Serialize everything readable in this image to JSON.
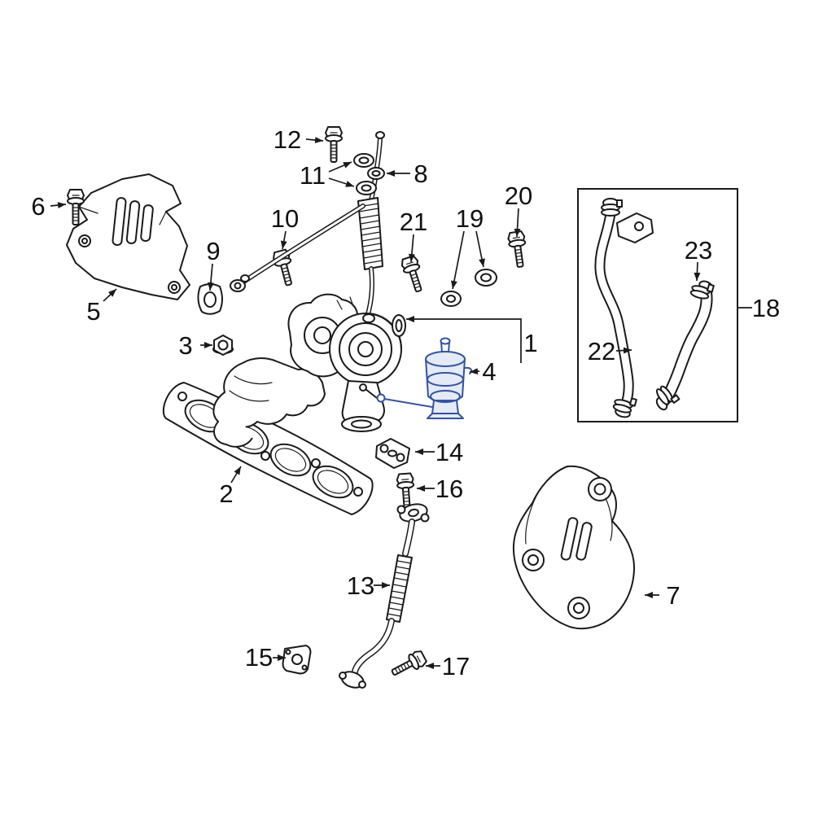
{
  "diagram": {
    "type": "exploded-parts-diagram",
    "background_color": "#ffffff",
    "line_color": "#1a1a1a",
    "highlight": {
      "callout": "4",
      "stroke_color": "#35539e",
      "fill_color": "#e4eaf6"
    },
    "callouts": [
      {
        "label": "12"
      },
      {
        "label": "11"
      },
      {
        "label": "8"
      },
      {
        "label": "6"
      },
      {
        "label": "10"
      },
      {
        "label": "21"
      },
      {
        "label": "19"
      },
      {
        "label": "20"
      },
      {
        "label": "23"
      },
      {
        "label": "18"
      },
      {
        "label": "9"
      },
      {
        "label": "5"
      },
      {
        "label": "22"
      },
      {
        "label": "3"
      },
      {
        "label": "1"
      },
      {
        "label": "4"
      },
      {
        "label": "2"
      },
      {
        "label": "14"
      },
      {
        "label": "16"
      },
      {
        "label": "13"
      },
      {
        "label": "7"
      },
      {
        "label": "15"
      },
      {
        "label": "17"
      }
    ]
  }
}
